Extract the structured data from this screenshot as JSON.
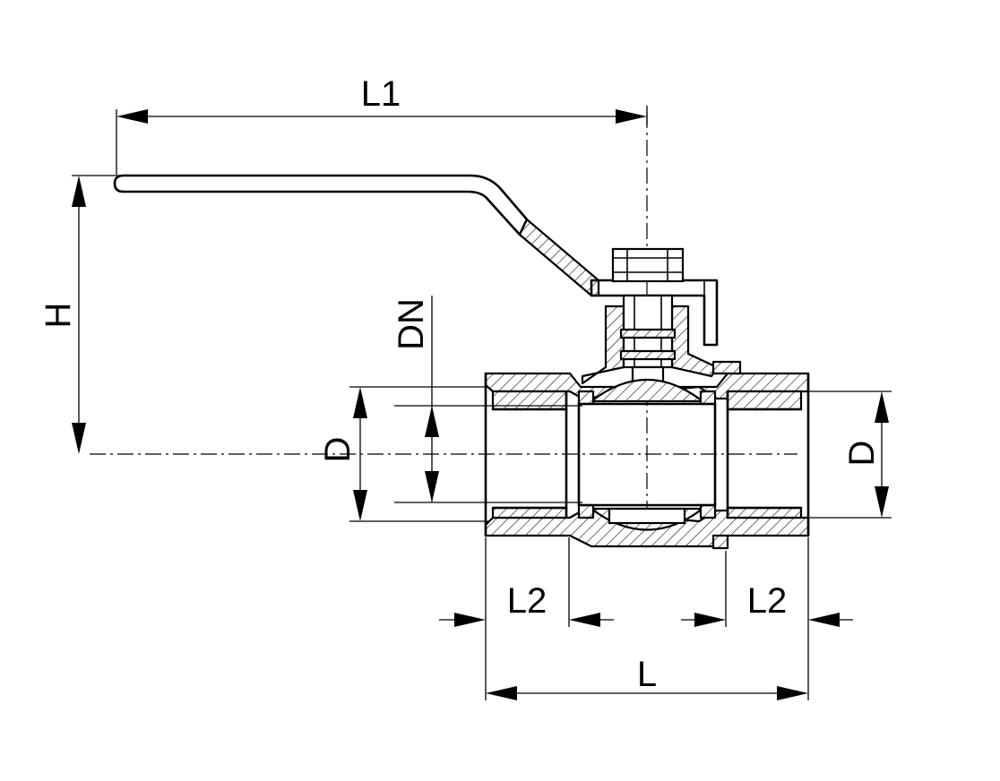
{
  "labels": {
    "L1": "L1",
    "H": "H",
    "DN": "DN",
    "D_left": "D",
    "D_right": "D",
    "L2_left": "L2",
    "L2_right": "L2",
    "L": "L"
  },
  "colors": {
    "line": "#000000",
    "background": "#ffffff"
  }
}
